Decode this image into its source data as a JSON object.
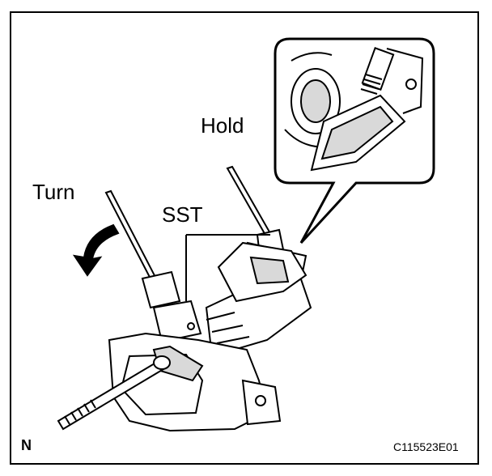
{
  "labels": {
    "hold": "Hold",
    "turn": "Turn",
    "sst": "SST",
    "corner_mark": "N",
    "figure_code": "C115523E01"
  },
  "colors": {
    "line": "#000000",
    "background": "#ffffff",
    "shade": "#d9d9d9"
  },
  "icons": {
    "turn_direction": "curved-arrow-counterclockwise-icon"
  }
}
